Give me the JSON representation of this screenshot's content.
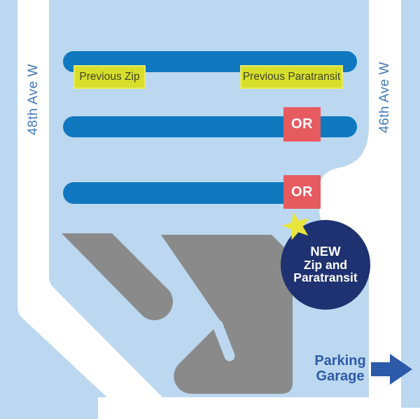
{
  "map": {
    "title_hint": "Zip and Paratransit stop relocation map",
    "streets": {
      "left": "48th Ave W",
      "right": "46th Ave W"
    },
    "stops": {
      "previous_zip": "Previous Zip",
      "previous_paratransit": "Previous Paratransit",
      "or_top": "OR",
      "or_bottom": "OR",
      "new_stop": {
        "line1": "NEW",
        "line2": "Zip and",
        "line3": "Paratransit"
      }
    },
    "parking": {
      "line1": "Parking",
      "line2": "Garage"
    },
    "icons": {
      "star": "new-stop-star",
      "arrow": "parking-garage-direction-arrow"
    },
    "colors": {
      "background_block": "#bcd8f0",
      "road": "#ffffff",
      "bus_bar": "#0f78bf",
      "or_badge": "#e65a60",
      "label_yellow": "#d8df2a",
      "label_text": "#3f4527",
      "new_stop_navy": "#1e3170",
      "star_yellow": "#e7e43c",
      "building_gray": "#8a8a8a",
      "street_text": "#4377b5",
      "parking_blue": "#2c5aa8"
    }
  }
}
